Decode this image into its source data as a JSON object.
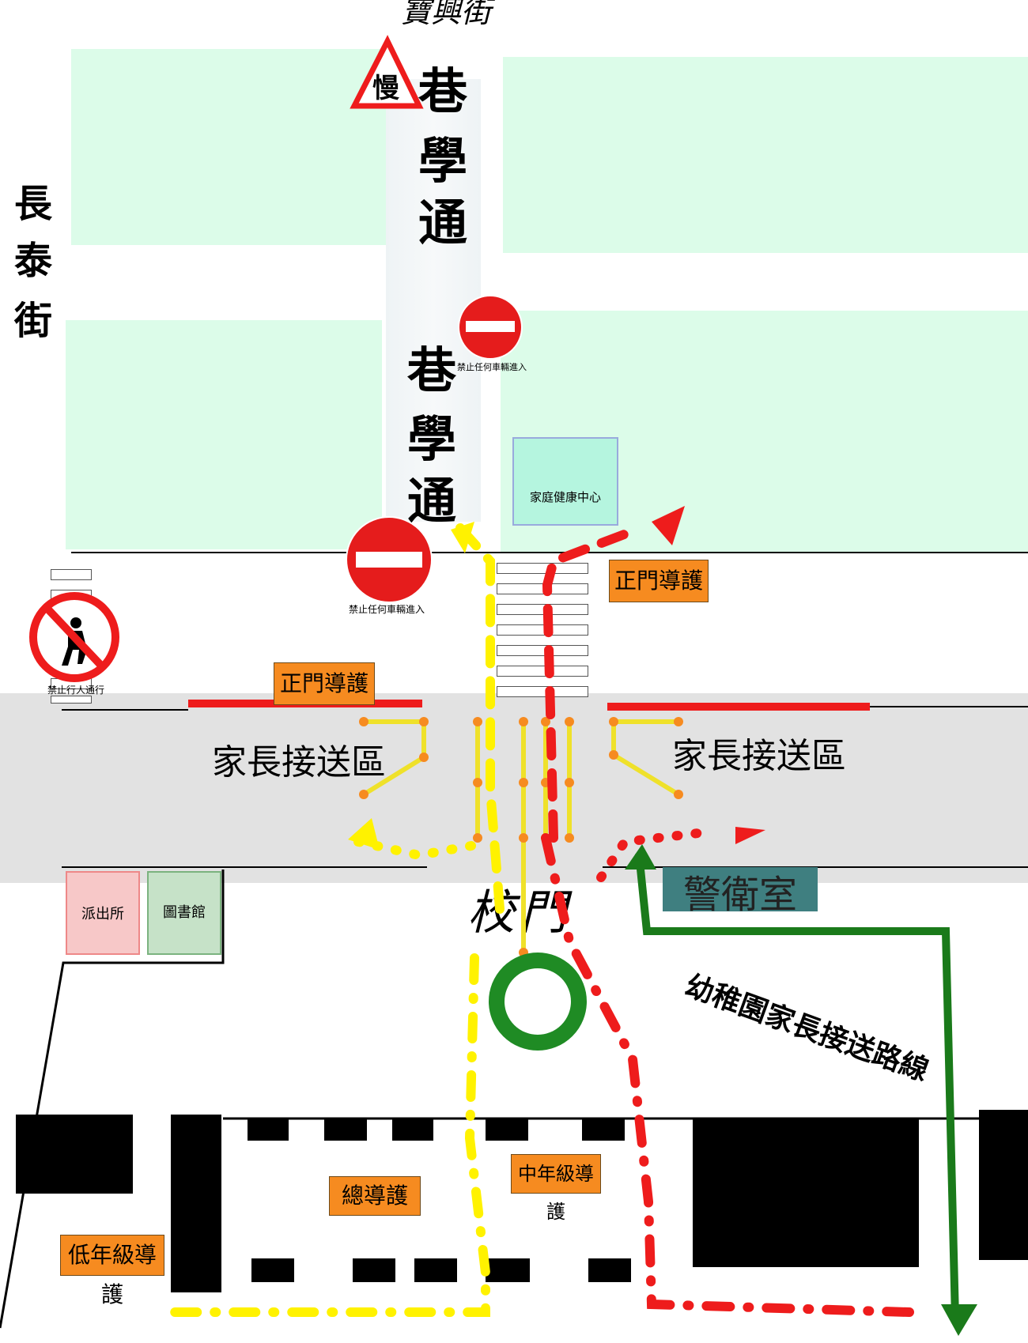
{
  "streets": {
    "top": "寶興街",
    "left_chars": [
      "長",
      "泰",
      "街"
    ],
    "lane_upper": [
      "巷",
      "學",
      "通"
    ],
    "lane_lower": [
      "巷",
      "學",
      "通"
    ]
  },
  "signs": {
    "slow": "慢",
    "no_entry_1": "禁止任何車輛進入",
    "no_entry_2": "禁止任何車輛進入",
    "no_pedestrian": "禁止行人通行"
  },
  "buildings": {
    "health_center": "家庭健康中心",
    "police": "派出所",
    "library": "圖書館",
    "guard_room": "警衛室",
    "gate": "校門"
  },
  "zones": {
    "pickup_left": "家長接送區",
    "pickup_right": "家長接送區"
  },
  "guards": {
    "front_left": "正門導護",
    "front_right": "正門導護",
    "general": "總導護",
    "middle_grade": "中年級導護",
    "lower_grade": "低年級導護"
  },
  "routes": {
    "kindergarten": "幼稚園家長接送路線"
  },
  "colors": {
    "green_block": "#dcfce9",
    "road_gray": "#e2e2e2",
    "orange_label": "#f68b20",
    "red_route": "#ee1c1c",
    "yellow_route": "#fff200",
    "green_route": "#1a7a1a"
  }
}
